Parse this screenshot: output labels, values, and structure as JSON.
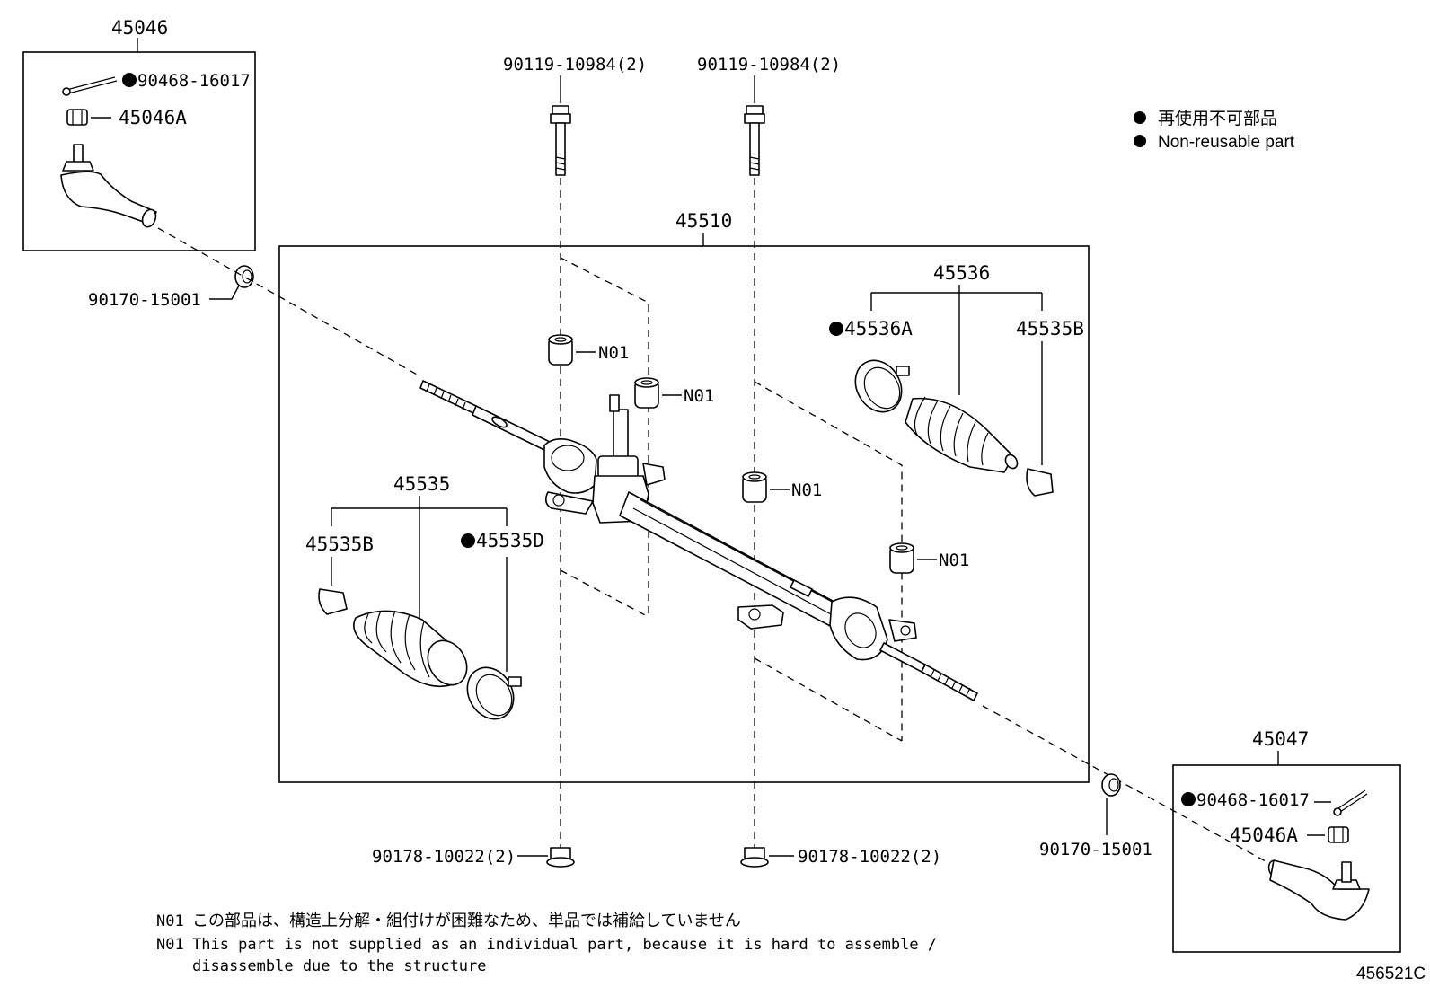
{
  "labels": {
    "tie_rod_end_lh": "45046",
    "cotter_pin_lh": "90468-16017",
    "nut_lh": "45046A",
    "bolt_left": "90119-10984(2)",
    "bolt_right": "90119-10984(2)",
    "gear_assy": "45510",
    "boot_set_rh": "45536",
    "clamp_rh": "45536A",
    "band_rh": "45535B",
    "boot_set_lh": "45535",
    "band_lh": "45535B",
    "clamp_lh": "45535D",
    "nut_washer_lh": "90170-15001",
    "nut_washer_rh": "90170-15001",
    "tie_rod_end_rh": "45047",
    "cotter_pin_rh": "90468-16017",
    "nut_rh": "45046A",
    "flange_nut_left": "90178-10022(2)",
    "flange_nut_right": "90178-10022(2)",
    "n01_a": "N01",
    "n01_b": "N01",
    "n01_c": "N01",
    "n01_d": "N01"
  },
  "legend": {
    "non_reusable_ja": "再使用不可部品",
    "non_reusable_en": "Non-reusable part"
  },
  "notes": {
    "code": "N01",
    "ja": "この部品は、構造上分解・組付けが困難なため、単品では補給していません",
    "en_line1": "This part is not supplied as an individual part, because it is hard to assemble /",
    "en_line2": "disassemble due to the structure"
  },
  "illustration_id": "456521C",
  "colors": {
    "ink": "#000000",
    "paper": "#ffffff"
  }
}
